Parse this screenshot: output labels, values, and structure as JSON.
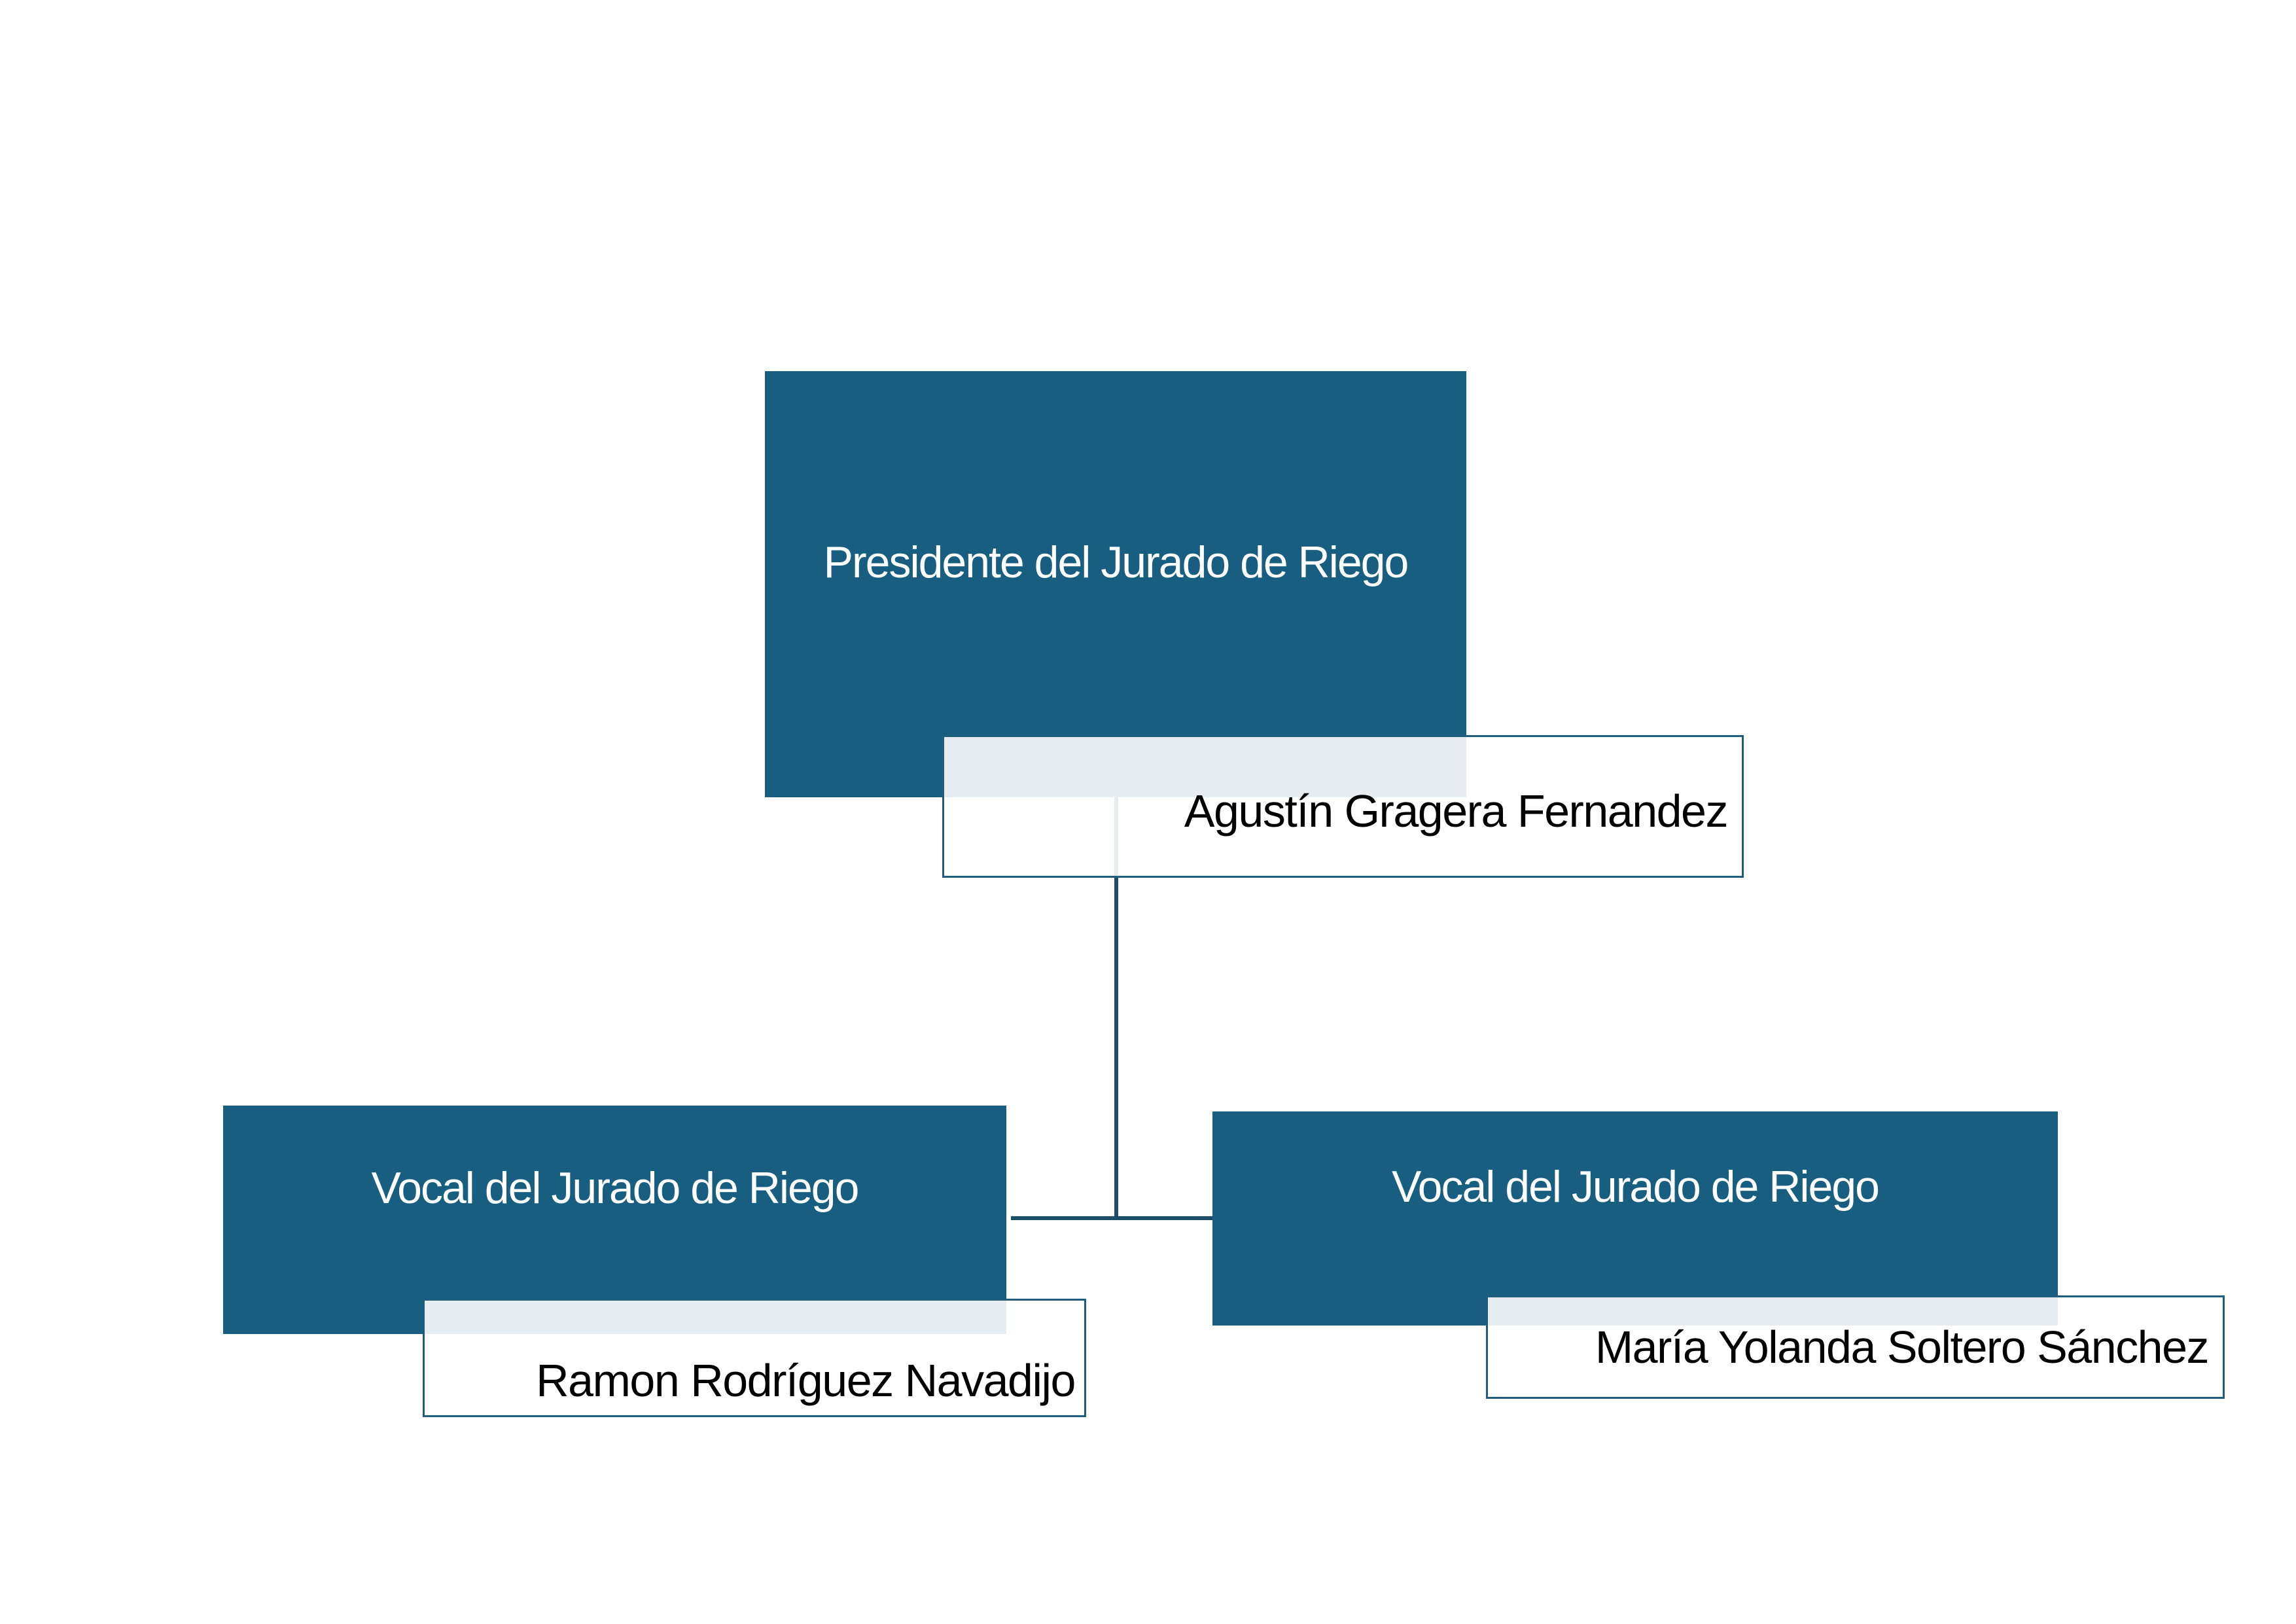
{
  "org_chart": {
    "president": {
      "title": "Presidente del Jurado de Riego",
      "name": "Agustín Gragera Fernandez"
    },
    "vocals": [
      {
        "title": "Vocal del Jurado de Riego",
        "name": "Ramon Rodríguez Navadijo"
      },
      {
        "title": "Vocal del Jurado de Riego",
        "name": "María Yolanda Soltero Sánchez"
      }
    ],
    "colors": {
      "background": "#ffffff",
      "node_fill": "#175e81",
      "connector_line": "#1c4f66",
      "name_plate_border": "#1e5e7c",
      "name_plate_fill": "rgba(255,255,255,0.89)",
      "name_plate_tint_over_node": "#e7eef1",
      "title_text": "#ffffff",
      "name_text": "#000000"
    }
  }
}
